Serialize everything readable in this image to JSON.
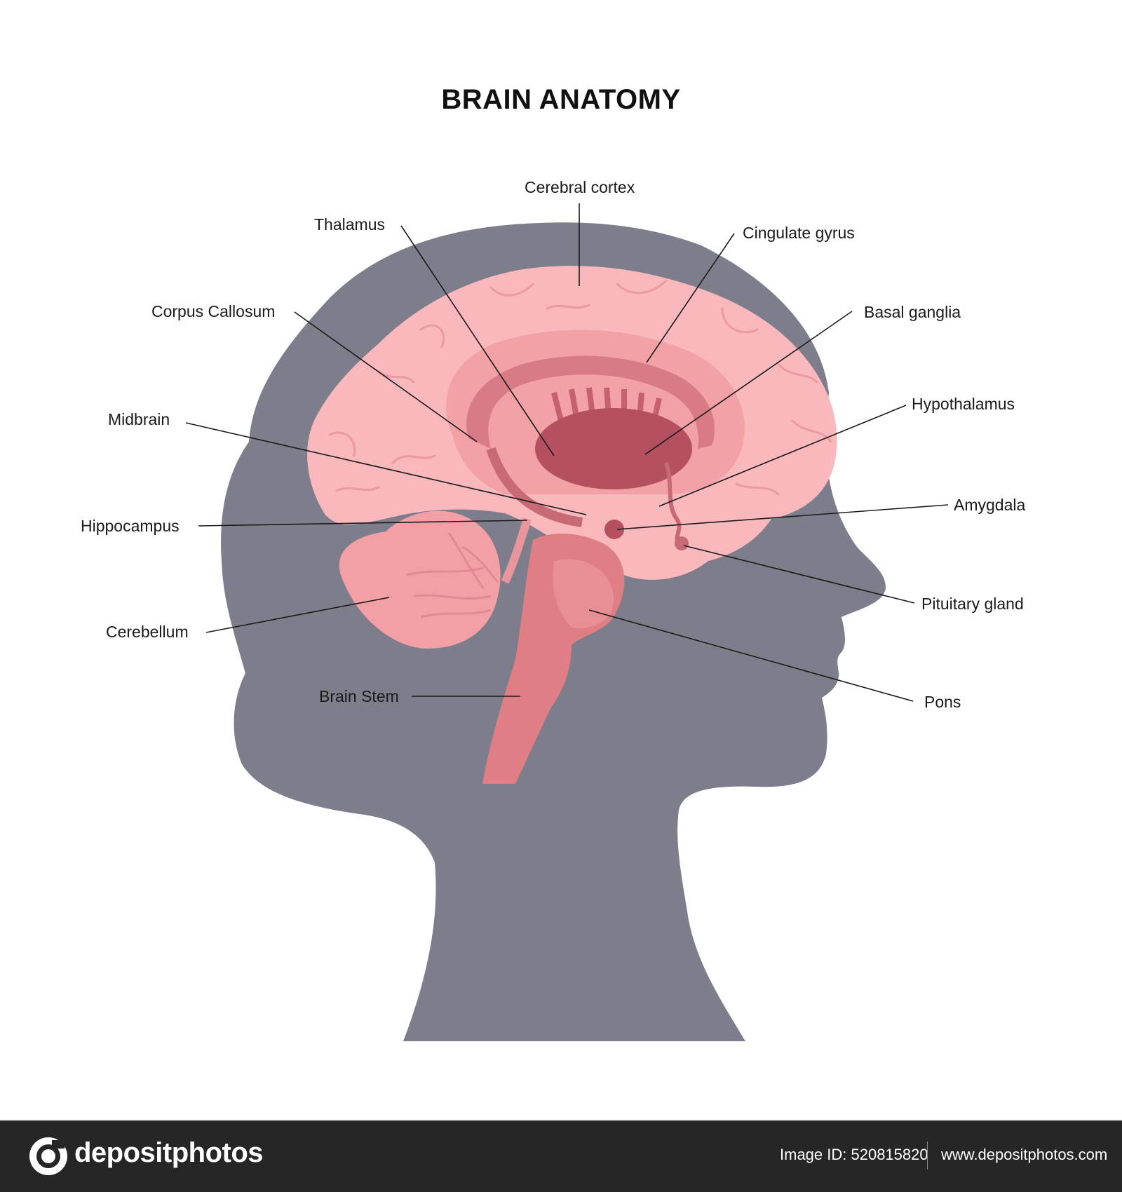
{
  "title": "BRAIN ANATOMY",
  "labels": {
    "cerebral_cortex": "Cerebral cortex",
    "thalamus": "Thalamus",
    "cingulate_gyrus": "Cingulate gyrus",
    "corpus_callosum": "Corpus Callosum",
    "basal_ganglia": "Basal ganglia",
    "midbrain": "Midbrain",
    "hypothalamus": "Hypothalamus",
    "hippocampus": "Hippocampus",
    "amygdala": "Amygdala",
    "pituitary_gland": "Pituitary gland",
    "cerebellum": "Cerebellum",
    "brain_stem": "Brain Stem",
    "pons": "Pons"
  },
  "watermark": "depositphotos",
  "footer": {
    "logo_text": "depositphotos",
    "image_id": "Image ID: 520815820",
    "website": "www.depositphotos.com"
  },
  "colors": {
    "head_silhouette": "#7e7d8b",
    "cortex": "#f8b8bc",
    "cortex_inner": "#f2a1a7",
    "corpus_callosum": "#d97b86",
    "thalamus": "#b4505f",
    "brain_stem": "#e07e86",
    "cerebellum": "#f29fa6",
    "footer_bg": "#262626"
  },
  "icons": [
    "depositphotos-logo-icon",
    "camera-watermark-icon"
  ]
}
